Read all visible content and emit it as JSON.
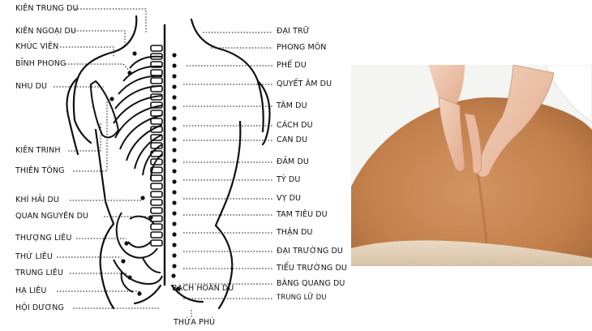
{
  "diagram": {
    "left_labels": [
      "KIÊN TRUNG DU",
      "KIÊN NGOẠI DU",
      "KHÚC VIÊN",
      "BỈNH PHONG",
      "NHU DU",
      "KIÊN TRINH",
      "THIÊN TÔNG",
      "KHÍ HẢI DU",
      "QUAN NGUYÊN DU",
      "THƯỢNG LIÊU",
      "THỨ LIÊU",
      "TRUNG LIÊU",
      "HẠ LIÊU",
      "HỘI DƯƠNG"
    ],
    "right_labels": [
      "ĐẠI TRỮ",
      "PHONG MÔN",
      "PHẾ DU",
      "QUYẾT ÂM DU",
      "TÂM DU",
      "CÁCH DU",
      "CAN DU",
      "ĐẢM DU",
      "TỲ DU",
      "VỴ DU",
      "TAM TIÊU DU",
      "THẬN DU",
      "ĐẠI TRƯỜNG DU",
      "TIỂU TRƯỜNG DU",
      "BÀNG QUANG DU",
      "TRUNG LỮ DU"
    ],
    "bottom_labels": {
      "bach_hoan_du": "BẠCH HOÀN DU",
      "thua_phu": "THỪA PHÙ"
    }
  },
  "photo": {
    "icon": "massage-photo",
    "skin_color": "#c98a55",
    "background_color": "#f4f4f2"
  }
}
